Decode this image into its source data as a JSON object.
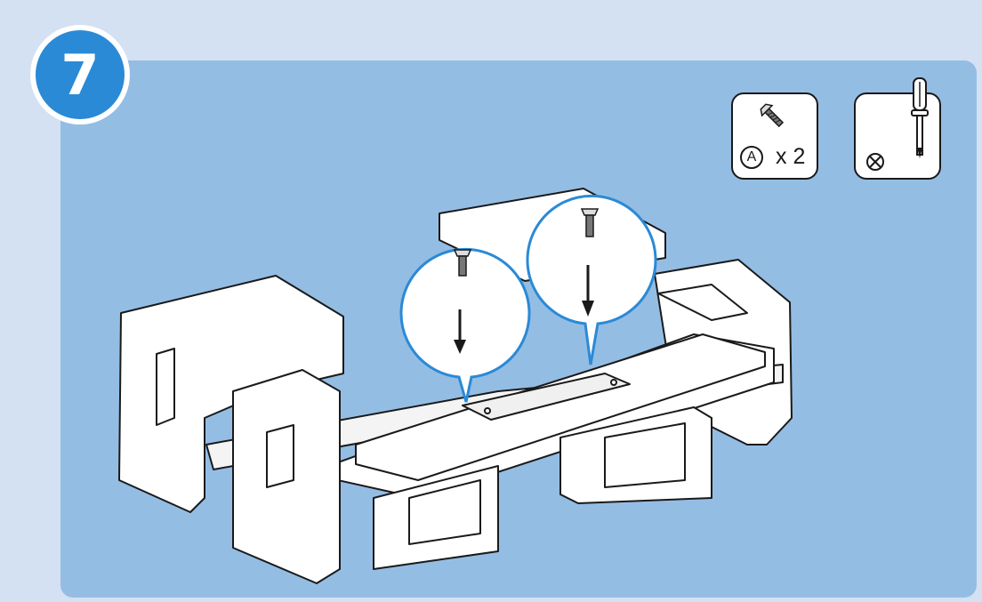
{
  "step": {
    "number": "7"
  },
  "parts": {
    "letter": "A",
    "quantity": "x 2",
    "icon": "screw-icon"
  },
  "tools": {
    "icon": "screwdriver-icon",
    "symbol_icon": "cross-head-symbol-icon"
  },
  "colors": {
    "page_background": "#d3e1f2",
    "panel": "#94bde4",
    "badge": "#2a8ad6",
    "callout_stroke": "#2a8ad6",
    "outline": "#1a1a1a"
  }
}
